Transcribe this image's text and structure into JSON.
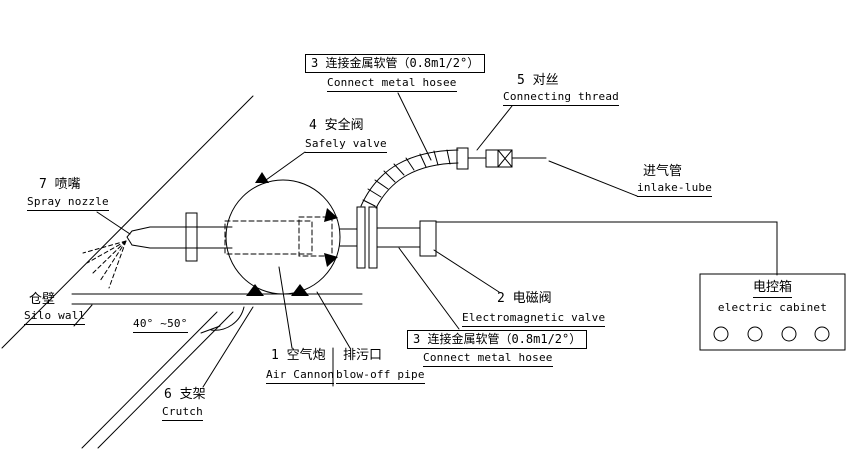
{
  "labels": {
    "hose_top_boxed": "3 连接金属软管（0.8m1/2°）",
    "hose_top_en": "Connect metal hosee",
    "thread_zh": "5 对丝",
    "thread_en": "Connecting thread",
    "safety_zh": "4 安全阀",
    "safety_en": "Safely valve",
    "spray_zh": "7 喷嘴",
    "spray_en": "Spray nozzle",
    "intake_zh": "进气管",
    "intake_en": "inlake-lube",
    "silo_zh": "仓壁",
    "silo_en": "Silo wall",
    "angle": "40° ~50°",
    "em_zh": "2 电磁阀",
    "em_en": "Electromagnetic valve",
    "hose_bottom_boxed": "3 连接金属软管（0.8m1/2°）",
    "hose_bottom_en": "Connect metal hosee",
    "cannon_zh": "1 空气炮",
    "cannon_en": "Air Cannon",
    "blowoff_zh": "排污口",
    "blowoff_en": "blow-off pipe",
    "crutch_zh": "6 支架",
    "crutch_en": "Crutch",
    "cabinet_zh": "电控箱",
    "cabinet_en": "electric cabinet"
  },
  "colors": {
    "line": "#000000",
    "background": "#ffffff"
  }
}
